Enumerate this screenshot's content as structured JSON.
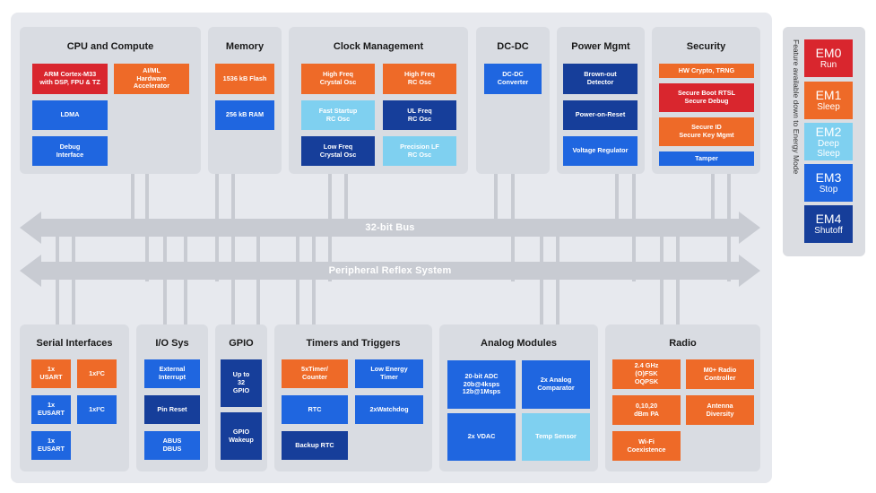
{
  "buses": {
    "bus32": "32-bit Bus",
    "prs": "Peripheral Reflex System"
  },
  "panels": {
    "cpu": {
      "title": "CPU and Compute",
      "blocks": [
        "ARM Cortex-M33\nwith DSP, FPU & TZ",
        "AI/ML\nHardware\nAccelerator",
        "LDMA",
        "Debug\nInterface"
      ]
    },
    "memory": {
      "title": "Memory",
      "blocks": [
        "1536 kB Flash",
        "256 kB RAM"
      ]
    },
    "clock": {
      "title": "Clock Management",
      "blocks": [
        "High Freq\nCrystal Osc",
        "High Freq\nRC Osc",
        "Fast Startup\nRC Osc",
        "UL Freq\nRC Osc",
        "Low Freq\nCrystal Osc",
        "Precision LF\nRC Osc"
      ]
    },
    "dcdc": {
      "title": "DC-DC",
      "blocks": [
        "DC-DC\nConverter"
      ]
    },
    "power": {
      "title": "Power Mgmt",
      "blocks": [
        "Brown-out\nDetector",
        "Power-on-Reset",
        "Voltage Regulator"
      ]
    },
    "security": {
      "title": "Security",
      "blocks": [
        "HW Crypto, TRNG",
        "Secure Boot RTSL\nSecure Debug",
        "Secure ID\nSecure Key Mgmt",
        "Tamper"
      ]
    },
    "serial": {
      "title": "Serial Interfaces",
      "blocks": [
        "1x\nUSART",
        "1xI²C",
        "1x\nEUSART",
        "1xI²C",
        "1x\nEUSART"
      ]
    },
    "io": {
      "title": "I/O Sys",
      "blocks": [
        "External\nInterrupt",
        "Pin Reset",
        "ABUS\nDBUS"
      ]
    },
    "gpio": {
      "title": "GPIO",
      "blocks": [
        "Up to\n32\nGPIO",
        "GPIO\nWakeup"
      ]
    },
    "timers": {
      "title": "Timers and Triggers",
      "blocks": [
        "5xTimer/\nCounter",
        "Low Energy\nTimer",
        "RTC",
        "2xWatchdog",
        "Backup RTC"
      ]
    },
    "analog": {
      "title": "Analog Modules",
      "blocks": [
        "20-bit ADC\n20b@4ksps\n12b@1Msps",
        "2x Analog\nComparator",
        "2x VDAC",
        "Temp Sensor"
      ]
    },
    "radio": {
      "title": "Radio",
      "blocks": [
        "2.4 GHz\n(O)FSK\nOQPSK",
        "M0+ Radio\nController",
        "0,10,20\ndBm PA",
        "Antenna\nDiversity",
        "Wi-Fi\nCoexistence"
      ]
    }
  },
  "legend": {
    "caption": "Feature available down to Energy Mode",
    "modes": [
      {
        "name": "EM0",
        "desc": "Run",
        "color": "#d9262e"
      },
      {
        "name": "EM1",
        "desc": "Sleep",
        "color": "#ee6a28"
      },
      {
        "name": "EM2",
        "desc": "Deep\nSleep",
        "color": "#7fd0f0"
      },
      {
        "name": "EM3",
        "desc": "Stop",
        "color": "#1f66e0"
      },
      {
        "name": "EM4",
        "desc": "Shutoff",
        "color": "#163e9a"
      }
    ]
  },
  "colors": {
    "em0": "#d9262e",
    "em1": "#ee6a28",
    "em2": "#7fd0f0",
    "em3": "#1f66e0",
    "em4": "#163e9a",
    "panel": "#d9dce2",
    "bus": "#c8cbd2"
  }
}
